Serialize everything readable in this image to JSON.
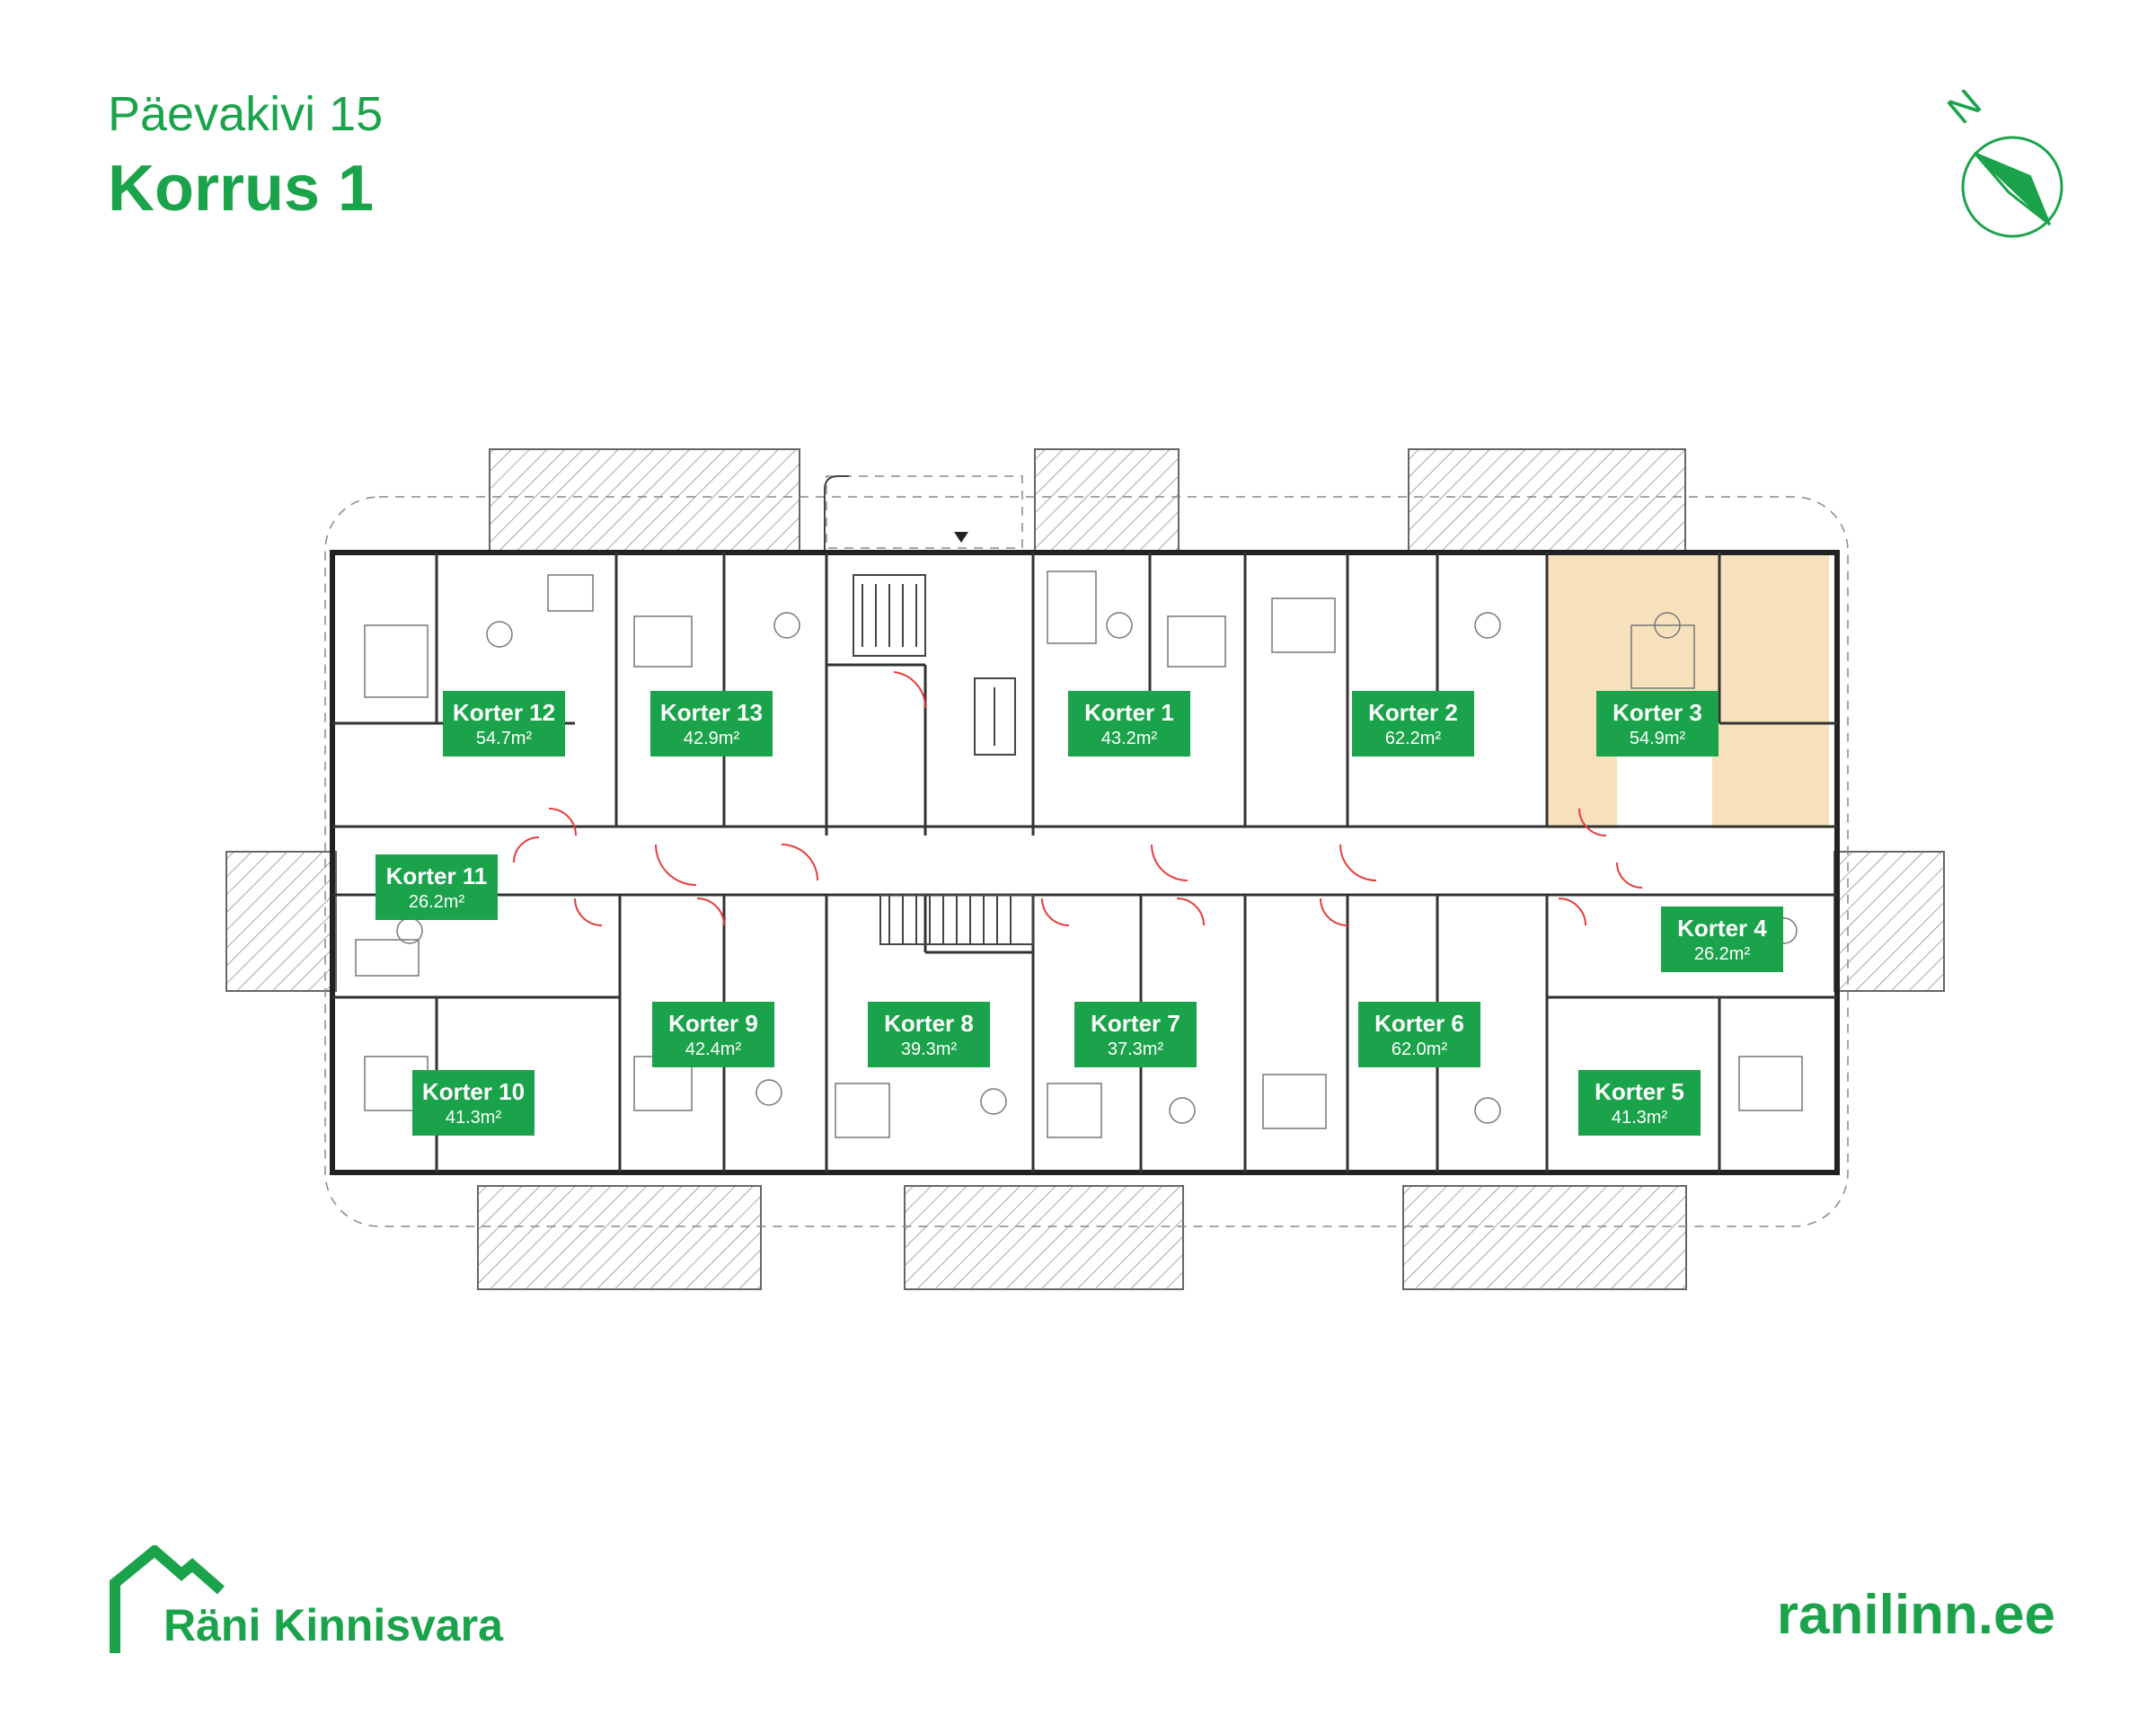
{
  "header": {
    "subtitle": "Päevakivi 15",
    "title": "Korrus 1"
  },
  "compass": {
    "label": "N"
  },
  "colors": {
    "brand": "#1aa34a",
    "highlight": "#f7e1bd",
    "door": "#e53c3c",
    "line": "#222222"
  },
  "highlighted_apartment": "Korter 3",
  "apartments": [
    {
      "name": "Korter 12",
      "area": "54.7m²"
    },
    {
      "name": "Korter 13",
      "area": "42.9m²"
    },
    {
      "name": "Korter 1",
      "area": "43.2m²"
    },
    {
      "name": "Korter 2",
      "area": "62.2m²"
    },
    {
      "name": "Korter 3",
      "area": "54.9m²"
    },
    {
      "name": "Korter 11",
      "area": "26.2m²"
    },
    {
      "name": "Korter 4",
      "area": "26.2m²"
    },
    {
      "name": "Korter 9",
      "area": "42.4m²"
    },
    {
      "name": "Korter 8",
      "area": "39.3m²"
    },
    {
      "name": "Korter 7",
      "area": "37.3m²"
    },
    {
      "name": "Korter 6",
      "area": "62.0m²"
    },
    {
      "name": "Korter 10",
      "area": "41.3m²"
    },
    {
      "name": "Korter 5",
      "area": "41.3m²"
    }
  ],
  "footer": {
    "brand": "Räni Kinnisvara",
    "website": "ranilinn.ee"
  }
}
